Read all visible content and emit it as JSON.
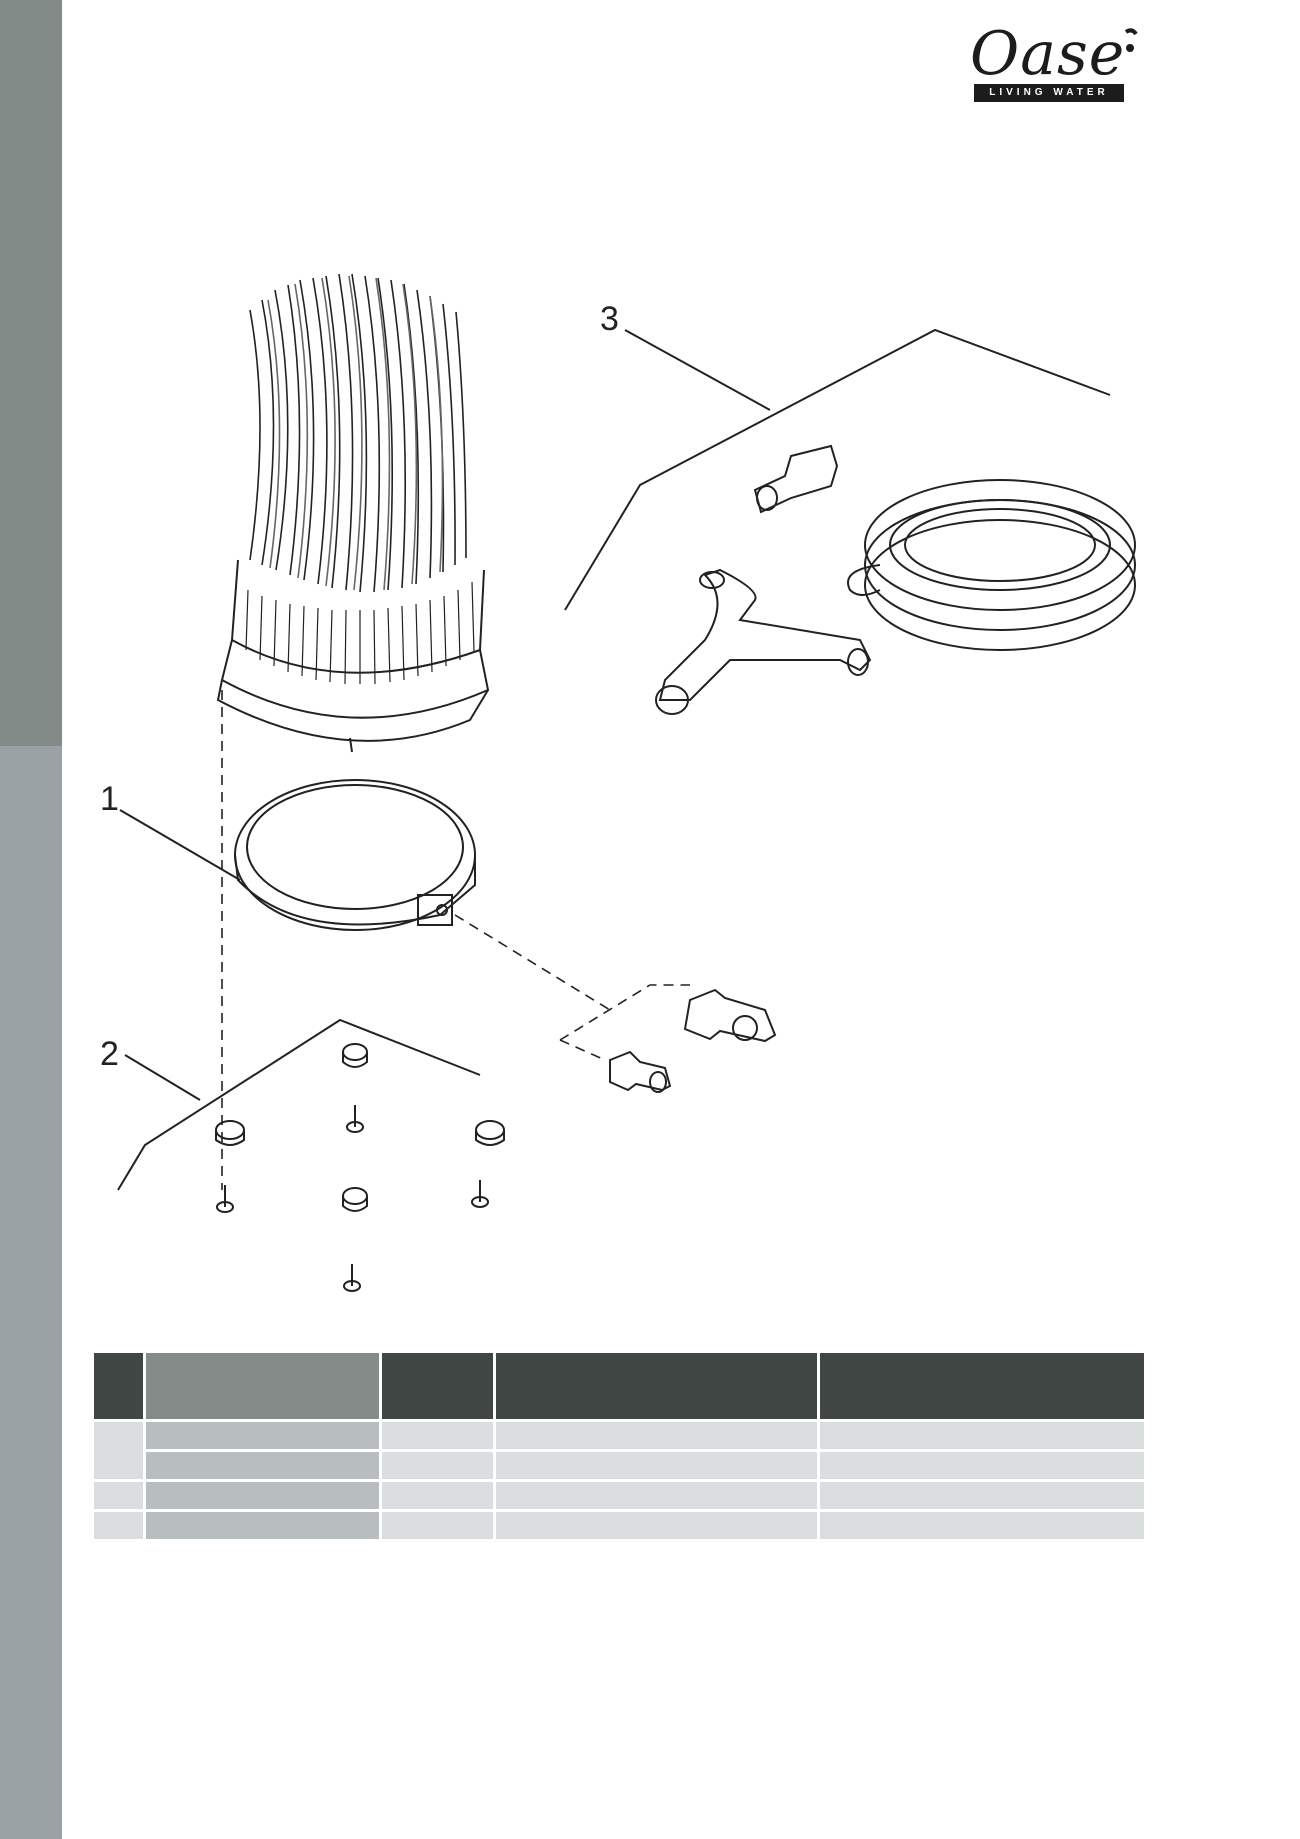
{
  "brand": {
    "name": "Oase",
    "tagline": "LIVING WATER"
  },
  "callouts": [
    "1",
    "2",
    "3"
  ],
  "parts_table": {
    "header_count": 5,
    "rows": [
      {
        "pos": "",
        "cells": [
          "",
          "",
          "",
          ""
        ]
      },
      {
        "pos": "",
        "cells": [
          "",
          "",
          "",
          ""
        ]
      },
      {
        "pos": "",
        "cells": [
          "",
          "",
          "",
          ""
        ]
      },
      {
        "pos": "",
        "cells": [
          "",
          "",
          "",
          ""
        ]
      }
    ]
  },
  "colors": {
    "sidebar_dark": "#828b88",
    "sidebar_light": "#9aa2a6",
    "table_header": "#404643",
    "table_header_accent": "#848b89",
    "table_cell": "#dbdedf",
    "table_cell_name": "#b8bdbd"
  }
}
